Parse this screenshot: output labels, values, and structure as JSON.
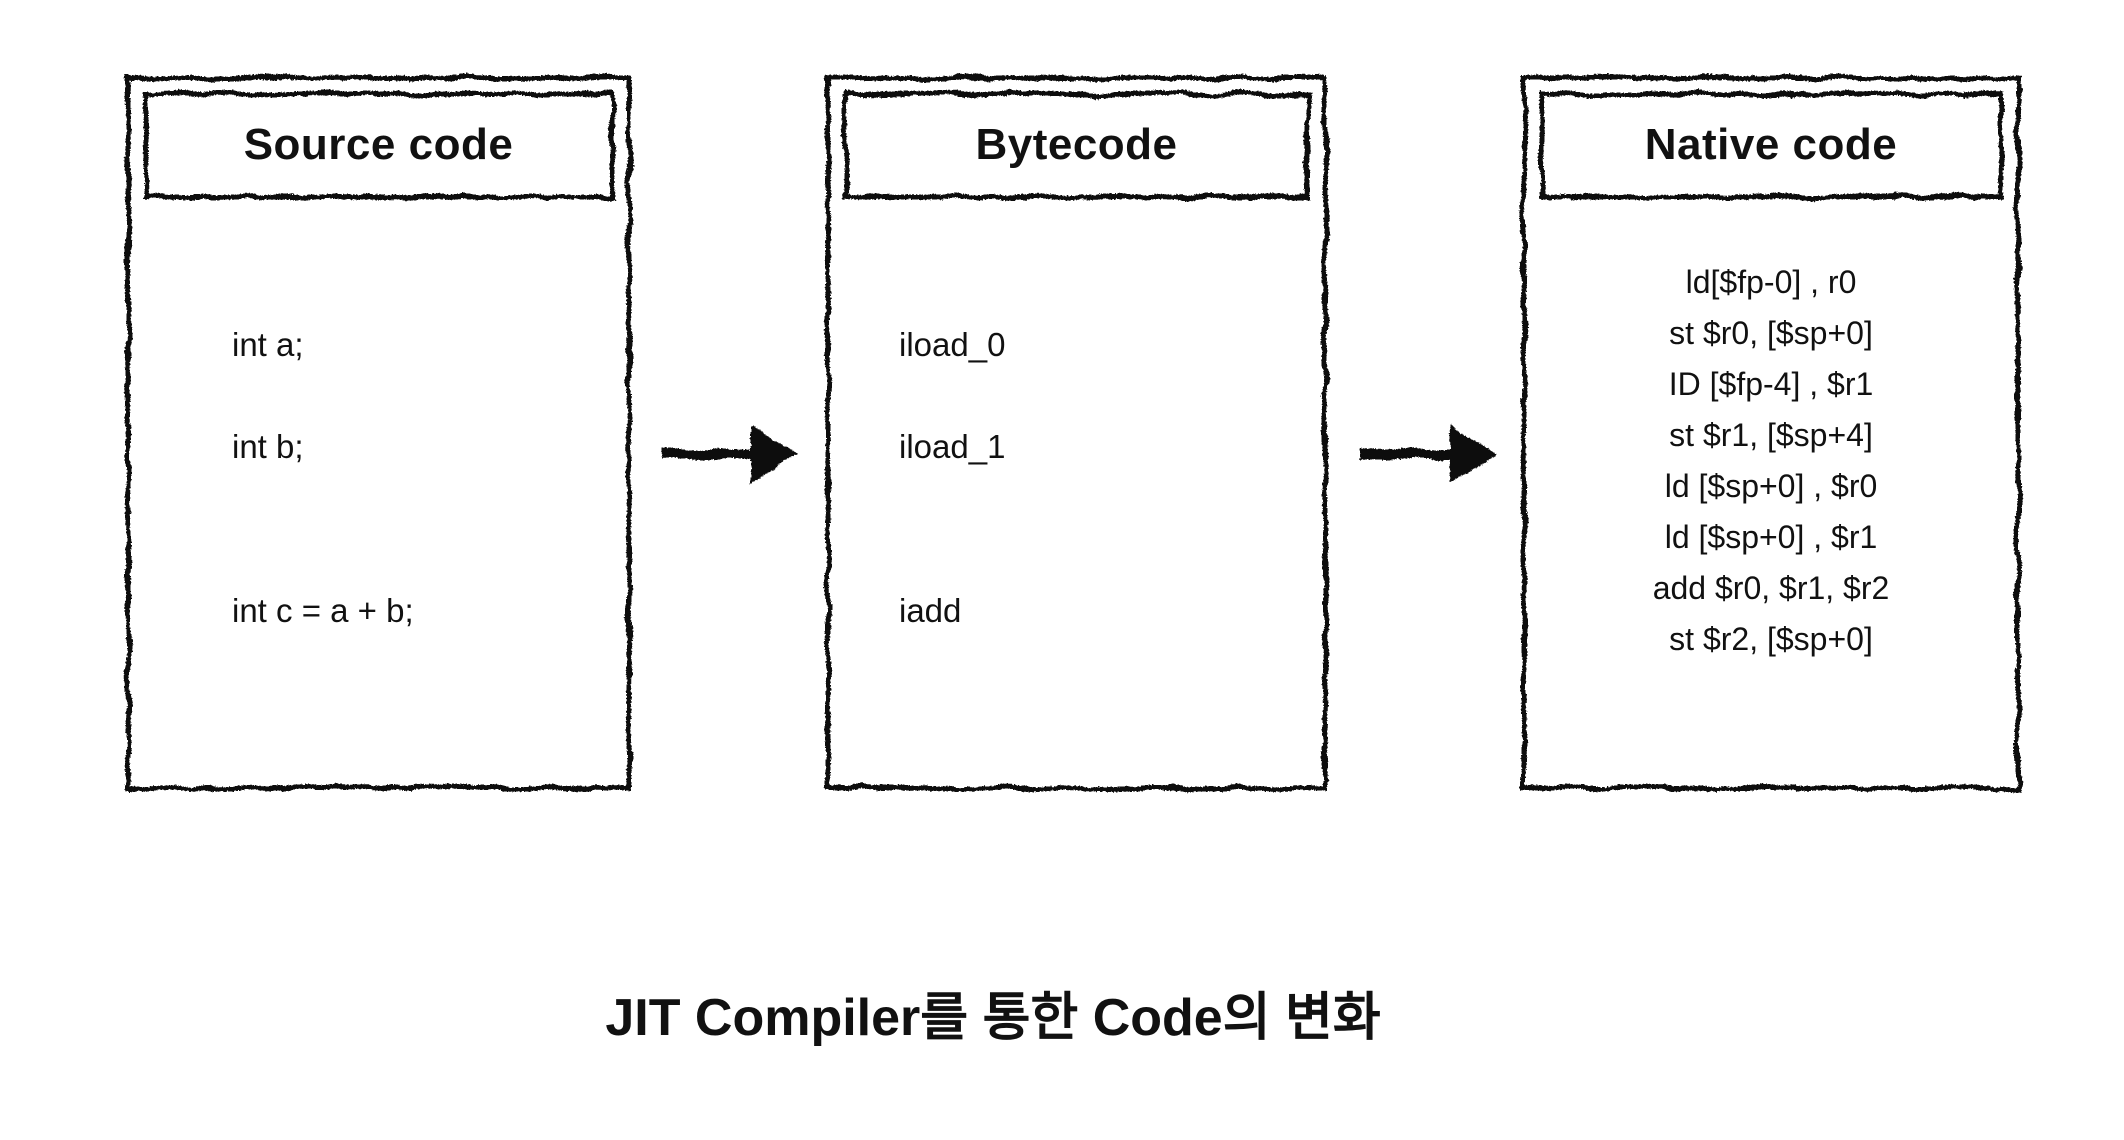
{
  "diagram": {
    "caption": "JIT Compiler를 통한 Code의 변화",
    "colors": {
      "ink": "#111111",
      "background": "#ffffff"
    },
    "boxes": [
      {
        "title": "Source code",
        "lines": [
          "int a;",
          "int b;",
          "int c = a + b;"
        ]
      },
      {
        "title": "Bytecode",
        "lines": [
          "iload_0",
          "iload_1",
          "iadd"
        ]
      },
      {
        "title": "Native code",
        "lines": [
          "ld[$fp-0] , r0",
          "st $r0, [$sp+0]",
          "ID [$fp-4] , $r1",
          "st $r1, [$sp+4]",
          "ld [$sp+0] , $r0",
          "ld [$sp+0] , $r1",
          "add $r0, $r1, $r2",
          "st $r2, [$sp+0]"
        ]
      }
    ],
    "arrows": [
      {
        "name": "source-to-bytecode",
        "direction": "right"
      },
      {
        "name": "bytecode-to-native",
        "direction": "right"
      }
    ]
  }
}
